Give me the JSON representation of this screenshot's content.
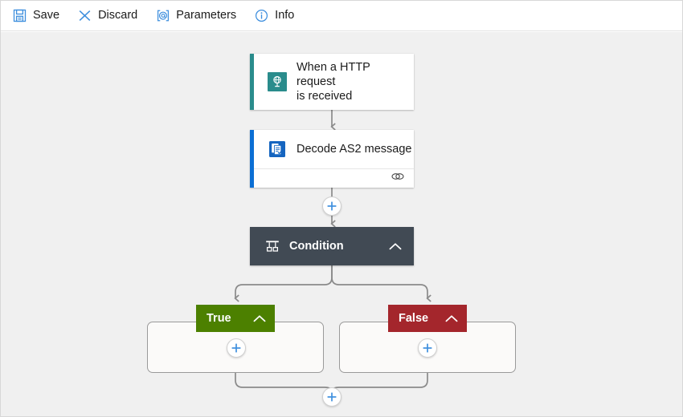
{
  "toolbar": {
    "items": [
      {
        "label": "Save",
        "icon": "save-icon"
      },
      {
        "label": "Discard",
        "icon": "discard-x-icon"
      },
      {
        "label": "Parameters",
        "icon": "parameters-at-bracket-icon"
      },
      {
        "label": "Info",
        "icon": "info-circle-icon"
      }
    ]
  },
  "workflow": {
    "trigger": {
      "title_line1": "When a HTTP request",
      "title_line2": "is received",
      "title": "When a HTTP request is received",
      "icon": "http-request-icon",
      "accent_color": "#2A8C8C"
    },
    "action": {
      "title": "Decode AS2 message",
      "icon": "decode-as2-document-icon",
      "footer_icon": "link-chain-icon",
      "accent_color": "#0B6FD4"
    },
    "condition": {
      "title": "Condition",
      "icon": "condition-branch-icon",
      "collapse_icon": "chevron-up-icon",
      "background_color": "#414A54"
    },
    "branches": [
      {
        "label": "True",
        "collapse_icon": "chevron-up-icon",
        "color": "#4C8000",
        "add_label": "+"
      },
      {
        "label": "False",
        "collapse_icon": "chevron-up-icon",
        "color": "#A4262C",
        "add_label": "+"
      }
    ],
    "add_buttons": [
      {
        "name": "add-step-after-decode",
        "label": "+"
      },
      {
        "name": "add-step-after-condition",
        "label": "+"
      }
    ]
  },
  "colors": {
    "canvas": "#f0f0f0",
    "accent_blue": "#3E8FDE",
    "connector": "#8a8a8a"
  }
}
